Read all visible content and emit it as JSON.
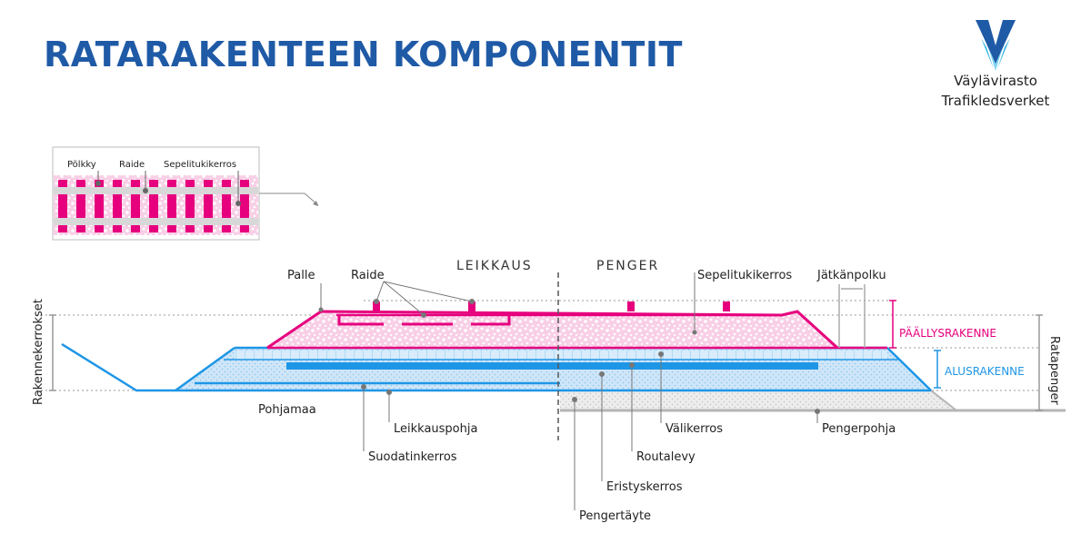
{
  "title": "RATARAKENTEEN KOMPONENTIT",
  "logo": {
    "line1": "Väylävirasto",
    "line2": "Trafikledsverket"
  },
  "inset_labels": {
    "polkky": "Pölkky",
    "raide": "Raide",
    "sepelitukikerros": "Sepelitukikerros"
  },
  "sections": {
    "leikkaus": "LEIKKAUS",
    "penger": "PENGER"
  },
  "labels": {
    "palle": "Palle",
    "raide": "Raide",
    "sepelitukikerros": "Sepelitukikerros",
    "jatkanpolku": "Jätkänpolku",
    "pohjamaa": "Pohjamaa",
    "leikkauspohja": "Leikkauspohja",
    "suodatinkerros": "Suodatinkerros",
    "valikerros": "Välikerros",
    "routalevy": "Routalevy",
    "eristyskerros": "Eristyskerros",
    "pengertayte": "Pengertäyte",
    "pengerpohja": "Pengerpohja",
    "paallysrakenne": "PÄÄLLYSRAKENNE",
    "alusrakenne": "ALUSRAKENNE",
    "rakennekerrokset": "Rakennekerrokset",
    "ratapenger": "Ratapenger"
  },
  "colors": {
    "title": "#1f5aa6",
    "magenta": "#e6007e",
    "ballast_fill": "#f8cfe6",
    "blue": "#1e96e6",
    "subbase_fill": "#cfe6f8",
    "grey": "#a8a8a8",
    "fill_grey": "#e8e8e8"
  }
}
